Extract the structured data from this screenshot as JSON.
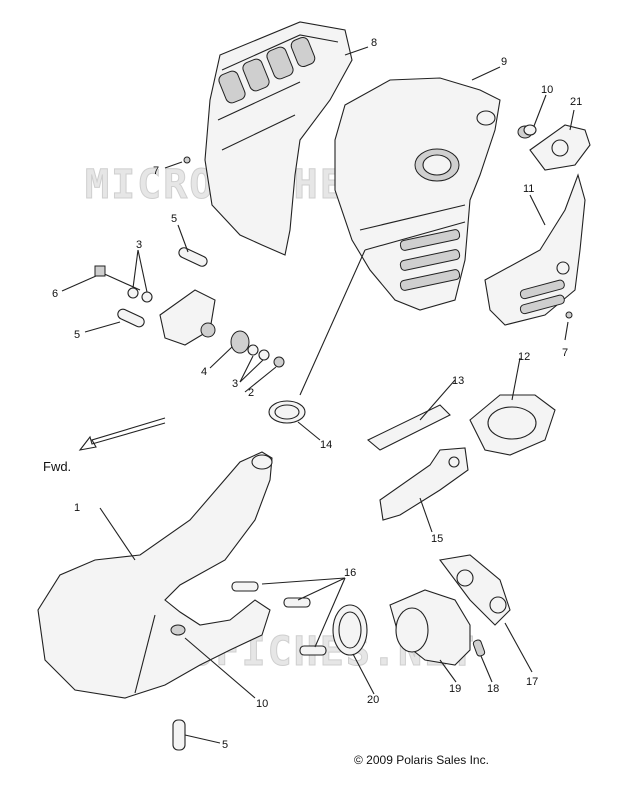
{
  "watermark": "MICROFICHES.NET",
  "fwd_label": "Fwd.",
  "copyright": "© 2009 Polaris Sales Inc.",
  "callouts": {
    "p1": "1",
    "p2": "2",
    "p3a": "3",
    "p3b": "3",
    "p4": "4",
    "p5a": "5",
    "p5b": "5",
    "p5c": "5",
    "p6": "6",
    "p7a": "7",
    "p7b": "7",
    "p8": "8",
    "p9": "9",
    "p10a": "10",
    "p10b": "10",
    "p11": "11",
    "p12": "12",
    "p13": "13",
    "p14": "14",
    "p15": "15",
    "p16": "16",
    "p17": "17",
    "p18": "18",
    "p19": "19",
    "p20": "20",
    "p21": "21"
  }
}
